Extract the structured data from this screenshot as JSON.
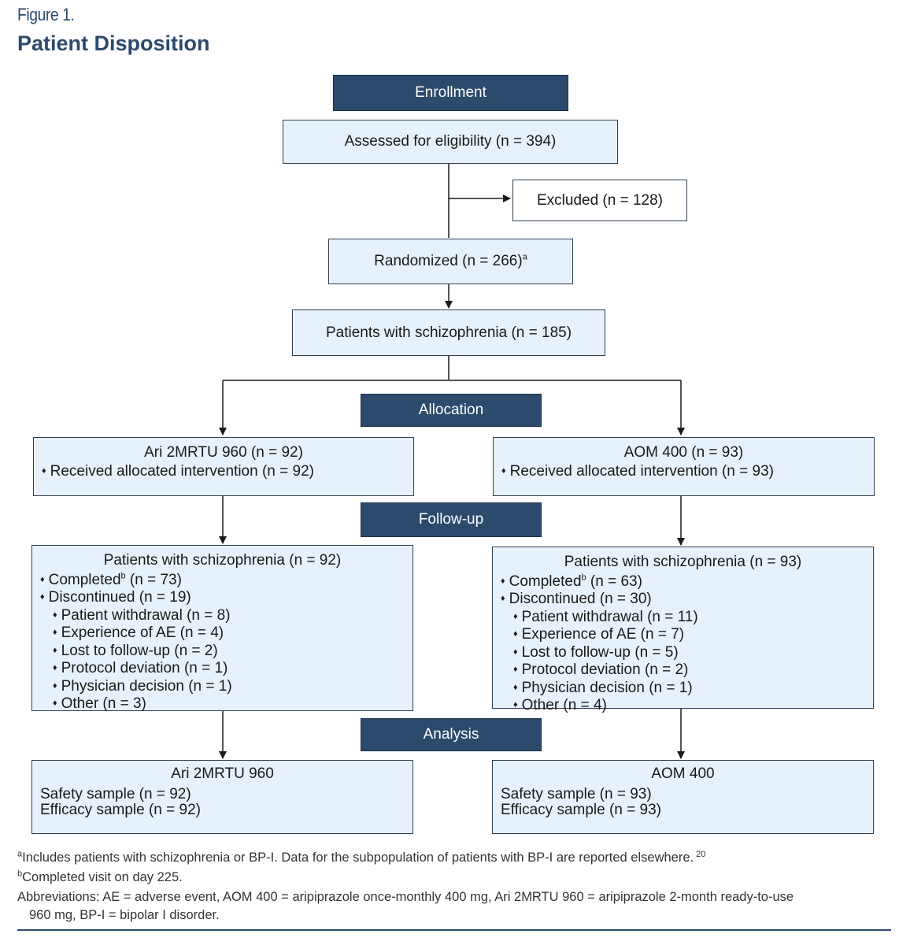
{
  "figure_label": "Figure 1.",
  "title": "Patient Disposition",
  "stages": {
    "enrollment": "Enrollment",
    "allocation": "Allocation",
    "followup": "Follow-up",
    "analysis": "Analysis"
  },
  "assessed": "Assessed for eligibility (n = 394)",
  "excluded": "Excluded (n = 128)",
  "randomized": "Randomized (n = 266)",
  "randomized_sup": "a",
  "schizophrenia": "Patients with schizophrenia (n = 185)",
  "left": {
    "alloc_title": "Ari 2MRTU 960 (n = 92)",
    "alloc_received": "Received allocated intervention (n = 92)",
    "fu_title": "Patients with schizophrenia (n = 92)",
    "completed_pre": "Completed",
    "completed_sup": "b",
    "completed_post": " (n = 73)",
    "discontinued": "Discontinued (n = 19)",
    "reasons": [
      "Patient withdrawal (n = 8)",
      "Experience of AE (n = 4)",
      "Lost to follow-up (n = 2)",
      "Protocol deviation (n = 1)",
      "Physician decision (n = 1)",
      "Other (n = 3)"
    ],
    "an_title": "Ari 2MRTU 960",
    "safety": "Safety sample (n = 92)",
    "efficacy": "Efficacy sample (n = 92)"
  },
  "right": {
    "alloc_title": "AOM 400 (n = 93)",
    "alloc_received": "Received allocated intervention (n = 93)",
    "fu_title": "Patients with schizophrenia (n = 93)",
    "completed_pre": "Completed",
    "completed_sup": "b",
    "completed_post": " (n = 63)",
    "discontinued": "Discontinued (n = 30)",
    "reasons": [
      "Patient withdrawal (n = 11)",
      "Experience of AE (n = 7)",
      "Lost to follow-up (n = 5)",
      "Protocol deviation (n = 2)",
      "Physician decision (n = 1)",
      "Other (n = 4)"
    ],
    "an_title": "AOM 400",
    "safety": "Safety sample (n = 93)",
    "efficacy": "Efficacy sample (n = 93)"
  },
  "footnotes": {
    "a_mark": "a",
    "a_text": "Includes patients with schizophrenia or BP-I. Data for the subpopulation of patients with BP-I are reported elsewhere.",
    "a_ref": "20",
    "b_mark": "b",
    "b_text": "Completed visit on day 225.",
    "abbr_line1": "Abbreviations: AE = adverse event, AOM 400 = aripiprazole once-monthly 400 mg, Ari 2MRTU 960 = aripiprazole 2-month ready-to-use",
    "abbr_line2": "960 mg, BP-I = bipolar I disorder."
  }
}
